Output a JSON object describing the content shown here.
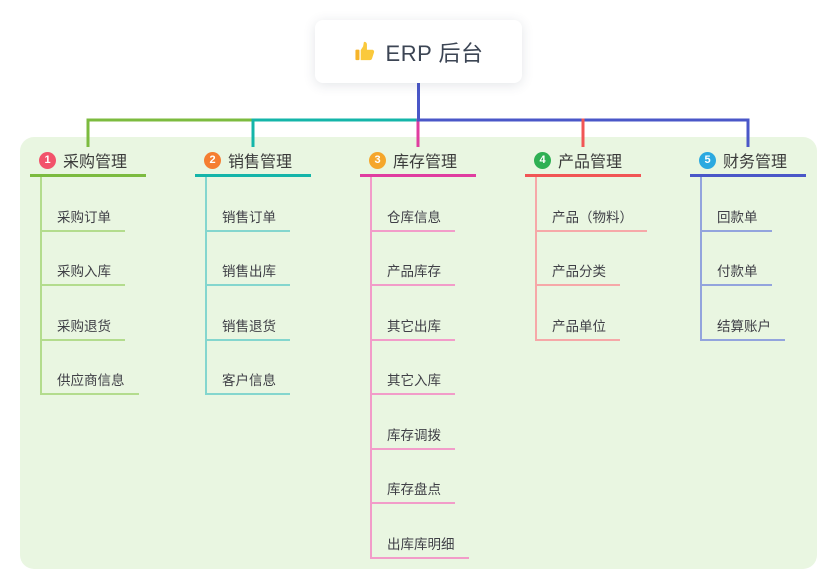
{
  "root": {
    "icon": "thumbs-up",
    "label": "ERP 后台"
  },
  "panel": {
    "background_color": "#e9f6e1"
  },
  "root_line_color": "#4a57c8",
  "branches": [
    {
      "number": "1",
      "label": "采购管理",
      "color": "#7cbb3f",
      "light_color": "#b3dc8d",
      "badge_color": "#f2536b",
      "items": [
        "采购订单",
        "采购入库",
        "采购退货",
        "供应商信息"
      ]
    },
    {
      "number": "2",
      "label": "销售管理",
      "color": "#14b5a9",
      "light_color": "#84d6ce",
      "badge_color": "#f57e31",
      "items": [
        "销售订单",
        "销售出库",
        "销售退货",
        "客户信息"
      ]
    },
    {
      "number": "3",
      "label": "库存管理",
      "color": "#e03da0",
      "light_color": "#f29cc9",
      "badge_color": "#f5a62b",
      "items": [
        "仓库信息",
        "产品库存",
        "其它出库",
        "其它入库",
        "库存调拨",
        "库存盘点",
        "出库库明细"
      ]
    },
    {
      "number": "4",
      "label": "产品管理",
      "color": "#f15555",
      "light_color": "#f6a8a8",
      "badge_color": "#2fb053",
      "items": [
        "产品（物料）",
        "产品分类",
        "产品单位"
      ]
    },
    {
      "number": "5",
      "label": "财务管理",
      "color": "#4a57c8",
      "light_color": "#93a4dd",
      "badge_color": "#2ba9e0",
      "items": [
        "回款单",
        "付款单",
        "结算账户"
      ]
    }
  ]
}
